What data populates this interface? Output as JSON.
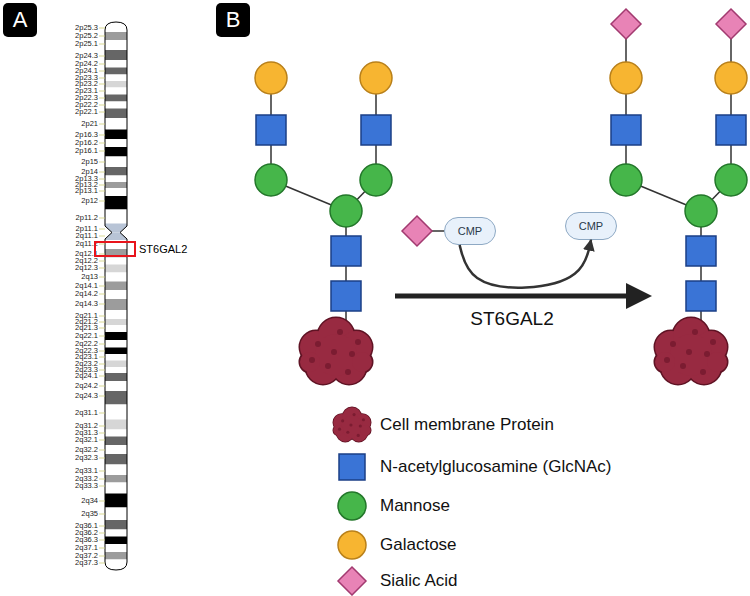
{
  "diagram": {
    "nodes": [
      {
        "text": [
          "A"
        ]
      },
      {
        "text": [
          "B"
        ]
      },
      {
        "text": [
          "ST6GAL2"
        ]
      },
      {
        "text": [
          "CMP"
        ]
      },
      {
        "text": [
          "CMP"
        ]
      }
    ],
    "edges": [
      {
        "from": 3,
        "to": 4,
        "arrow": "to"
      }
    ],
    "labels": [
      "2p25.3",
      "2p25.2",
      "2p25.1",
      "2p24.3",
      "2p24.2",
      "2p24.1",
      "2p23.3",
      "2p23.2",
      "2p23.1",
      "2p22.3",
      "2p22.2",
      "2p22.1",
      "2p21",
      "2p16.3",
      "2p16.2",
      "2p16.1",
      "2p15",
      "2p14",
      "2p13.3",
      "2p13.2",
      "2p13.1",
      "2p12",
      "2p11.2",
      "2p11.1",
      "2q11.1",
      "2q11.2",
      "2q12.1",
      "2q12.2",
      "2q12.3",
      "2q13",
      "2q14.1",
      "2q14.2",
      "2q14.3",
      "2q21.1",
      "2q21.2",
      "2q21.3",
      "2q22.1",
      "2q22.2",
      "2q22.3",
      "2q23.1",
      "2q23.2",
      "2q23.3",
      "2q24.1",
      "2q24.2",
      "2q24.3",
      "2q31.1",
      "2q31.2",
      "2q31.3",
      "2q32.1",
      "2q32.2",
      "2q32.3",
      "2q33.1",
      "2q33.2",
      "2q33.3",
      "2q34",
      "2q35",
      "2q36.1",
      "2q36.2",
      "2q36.3",
      "2q37.1",
      "2q37.2",
      "2q37.3",
      "ST6GAL2"
    ],
    "legend": [
      {
        "text": "Cell membrane Protein"
      },
      {
        "text": "N-acetylglucosamine (GlcNAc)"
      },
      {
        "text": "Mannose"
      },
      {
        "text": "Galactose"
      },
      {
        "text": "Sialic Acid"
      }
    ]
  }
}
